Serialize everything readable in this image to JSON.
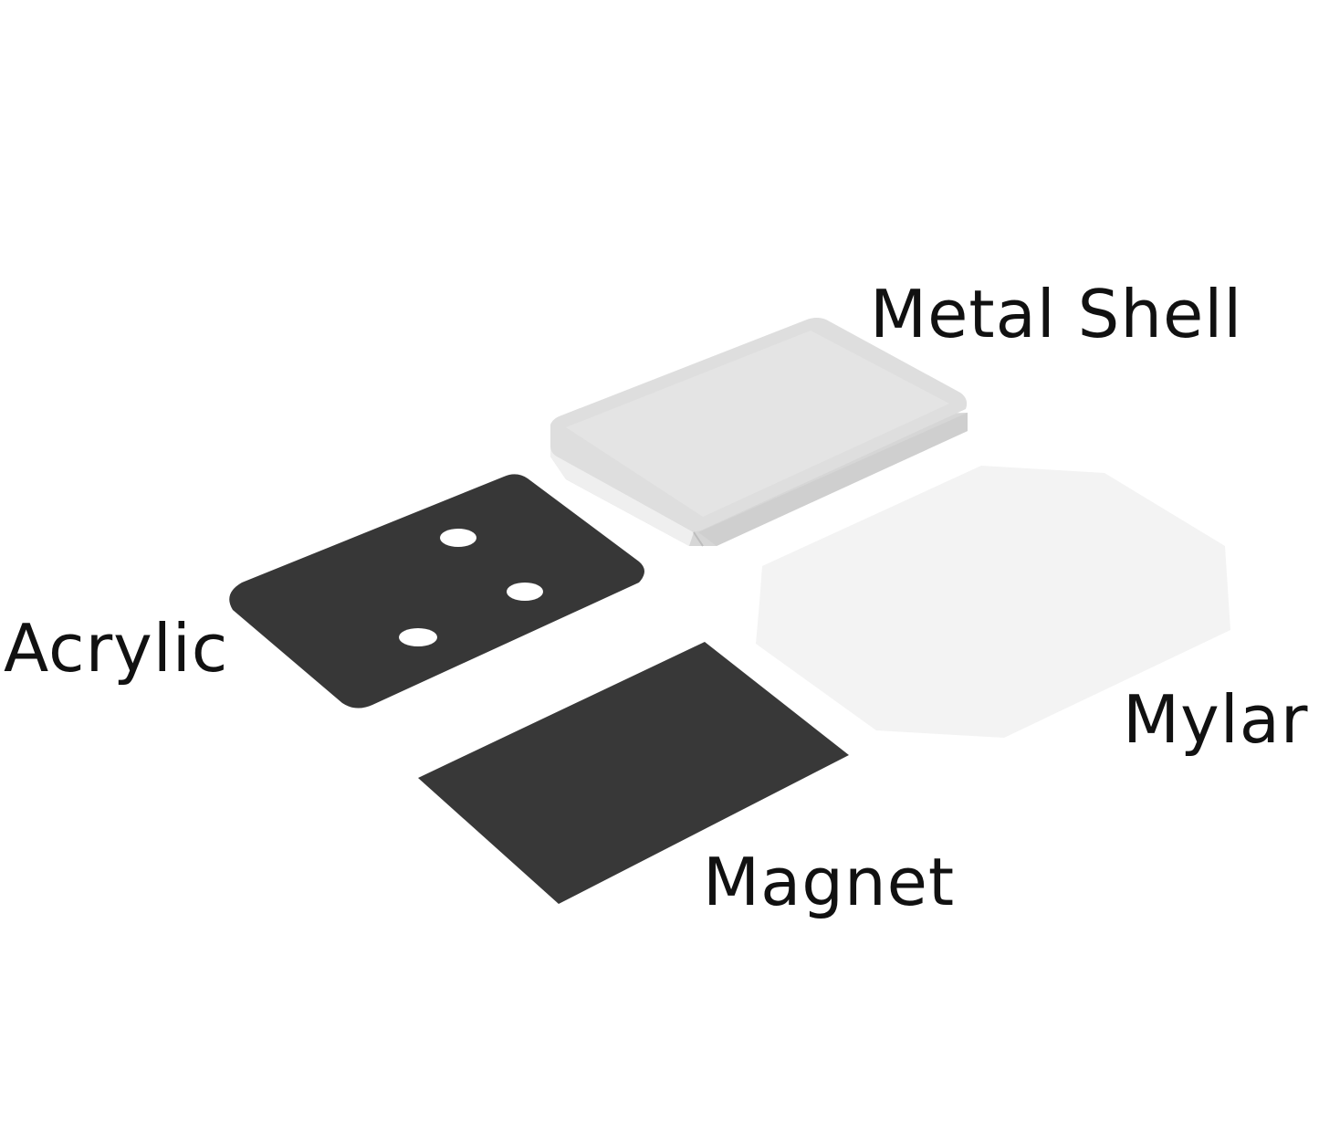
{
  "parts": {
    "metal_shell": {
      "label": "Metal Shell",
      "color": "#e2e2e2"
    },
    "acrylic": {
      "label": "Acrylic",
      "color": "#373737"
    },
    "mylar": {
      "label": "Mylar",
      "color": "#f4f4f4"
    },
    "magnet": {
      "label": "Magnet",
      "color": "#383838"
    }
  }
}
